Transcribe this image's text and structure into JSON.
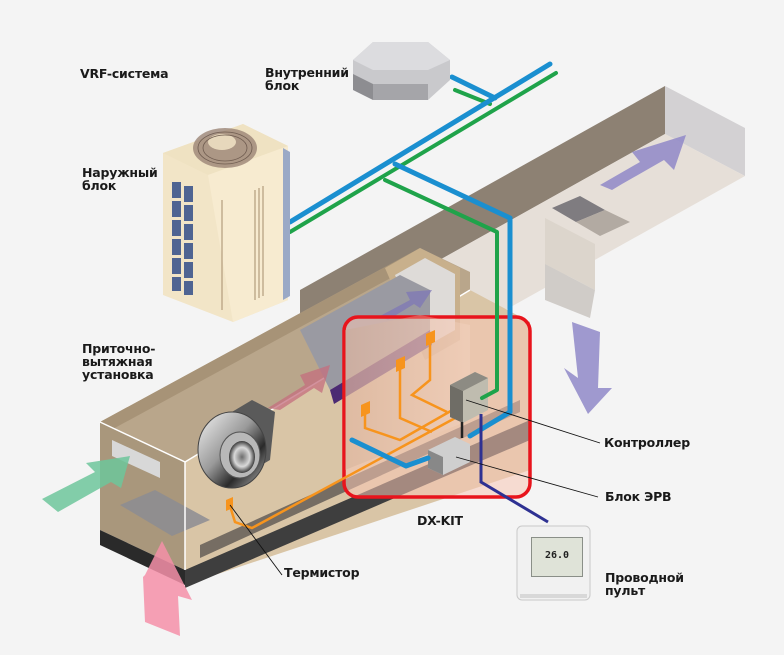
{
  "labels": {
    "vrf_system": "VRF-система",
    "indoor_unit": "Внутренний\nблок",
    "outdoor_unit": "Наружный\nблок",
    "ahu": "Приточно-\nвытяжная\nустановка",
    "controller": "Контроллер",
    "eev_block": "Блок ЭРВ",
    "dx_kit": "DX-KIT",
    "thermistor": "Термистор",
    "wired_remote": "Проводной\nпульт"
  },
  "remote_display": {
    "temperature": "26.0"
  },
  "colors": {
    "background": "#f4f4f4",
    "refrigerant_gas": "#1a8fd0",
    "refrigerant_liquid": "#1fa34a",
    "dx_kit_frame": "#e8141c",
    "signal_wire": "#f7941d",
    "control_cable": "#2e3192",
    "supply_air": "#6dc59b",
    "intake_air": "#f48fa8",
    "exhaust_air": "#8f88c8"
  }
}
